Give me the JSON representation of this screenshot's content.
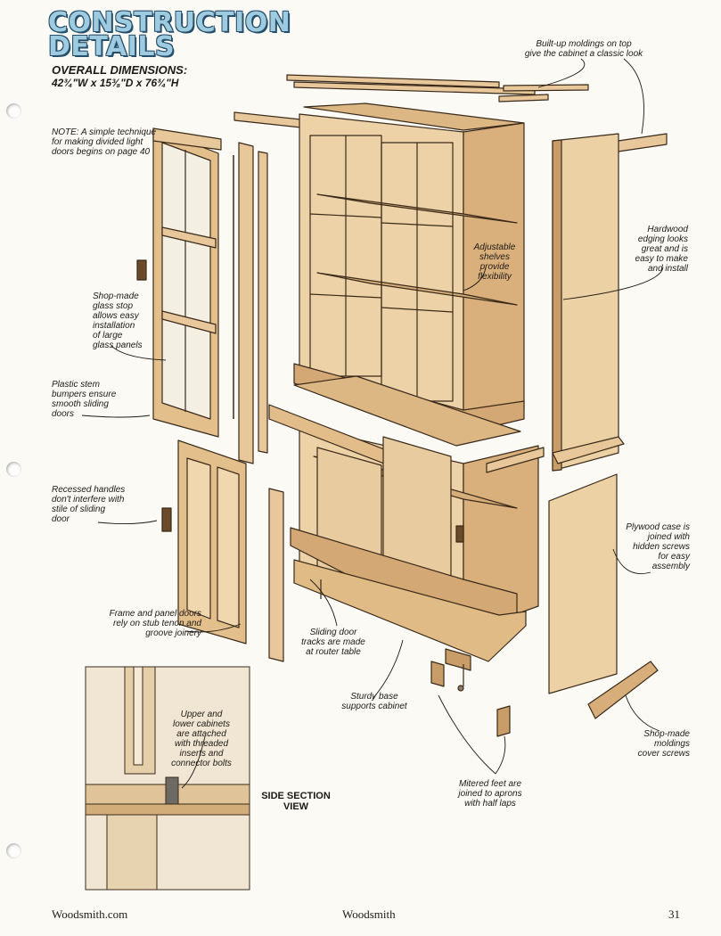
{
  "header": {
    "title_line1": "CONSTRUCTION",
    "title_line2": "DETAILS",
    "dimensions_label": "OVERALL DIMENSIONS:",
    "dimensions_value": "42¾\"W x 15⅜\"D x 76¾\"H"
  },
  "note": "NOTE: A simple technique for making divided light doors begins on page 40",
  "callouts": {
    "moldings_top": "Built-up moldings on top\ngive the cabinet a classic look",
    "hardwood_edging": "Hardwood\nedging looks\ngreat and is\neasy to make\nand install",
    "adjustable_shelves": "Adjustable\nshelves\nprovide\nflexibility",
    "glass_stop": "Shop-made\nglass stop\nallows easy\ninstallation\nof large\nglass panels",
    "plastic_bumpers": "Plastic stem\nbumpers ensure\nsmooth sliding\ndoors",
    "recessed_handles": "Recessed handles\ndon't interfere with\nstile of sliding\ndoor",
    "frame_panel_doors": "Frame and panel doors\nrely on stub tenon and\ngroove joinery",
    "sliding_tracks": "Sliding door\ntracks are made\nat router table",
    "plywood_case": "Plywood case is\njoined with\nhidden screws\nfor easy\nassembly",
    "sturdy_base": "Sturdy base\nsupports cabinet",
    "upper_lower": "Upper and\nlower cabinets\nare attached\nwith threaded\ninserts and\nconnector bolts",
    "shop_moldings": "Shop-made\nmoldings\ncover screws",
    "mitered_feet": "Mitered feet are\njoined to aprons\nwith half laps"
  },
  "side_section_label": "SIDE SECTION\nVIEW",
  "footer": {
    "website": "Woodsmith.com",
    "magazine": "Woodsmith",
    "page_number": "31"
  },
  "colors": {
    "title_fill": "#9ecbe0",
    "title_outline": "#264f6b",
    "wood": "#e8c79a",
    "wood_dark": "#c99d68",
    "line": "#3a2a1a"
  }
}
